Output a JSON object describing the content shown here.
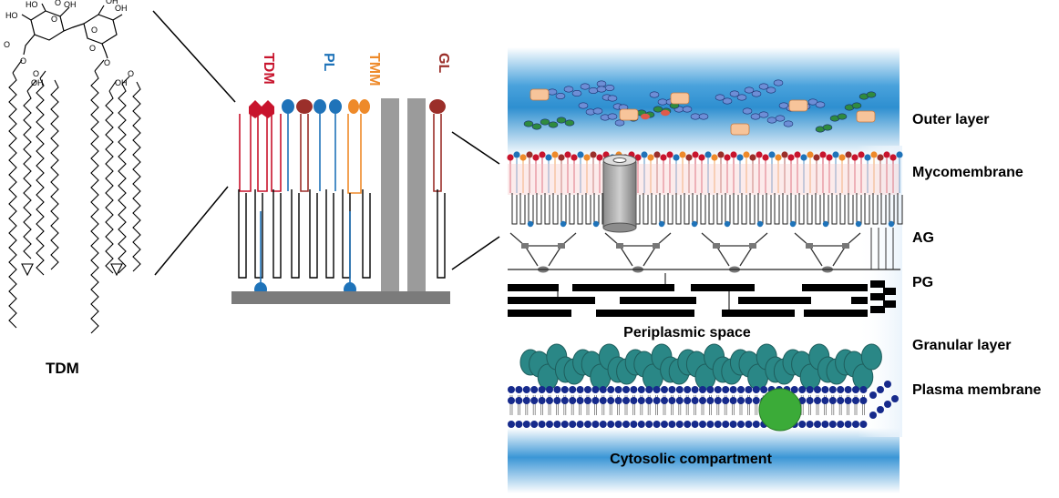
{
  "molecule": {
    "name": "TDM",
    "atom_labels": {
      "hydroxyl": "OH",
      "ho": "HO",
      "oxygen": "O"
    }
  },
  "lipid_columns": [
    {
      "label": "TDM",
      "color": "#c8142d"
    },
    {
      "label": "PL",
      "color": "#1f73b9"
    },
    {
      "label": "TMM",
      "color": "#ee8a2a"
    },
    {
      "label": "GL",
      "color": "#9b2f2a"
    }
  ],
  "envelope": {
    "layers": [
      {
        "label": "Outer layer"
      },
      {
        "label": "Mycomembrane"
      },
      {
        "label": "AG"
      },
      {
        "label": "PG"
      },
      {
        "label": "Granular layer"
      },
      {
        "label": "Plasma membrane"
      }
    ],
    "inner_labels": {
      "periplasm": "Periplasmic space",
      "cytosol": "Cytosolic compartment"
    }
  },
  "colors": {
    "outer_glow": "#2e8fd0",
    "glycan_blue": "#6d8ed6",
    "glycan_green": "#2f8a3f",
    "protein_orange": "#f7c49a",
    "granular_teal": "#2a8786",
    "membrane_navy": "#162a8c",
    "plasma_protein": "#3bab38",
    "support_grey": "#9b9b9b"
  }
}
